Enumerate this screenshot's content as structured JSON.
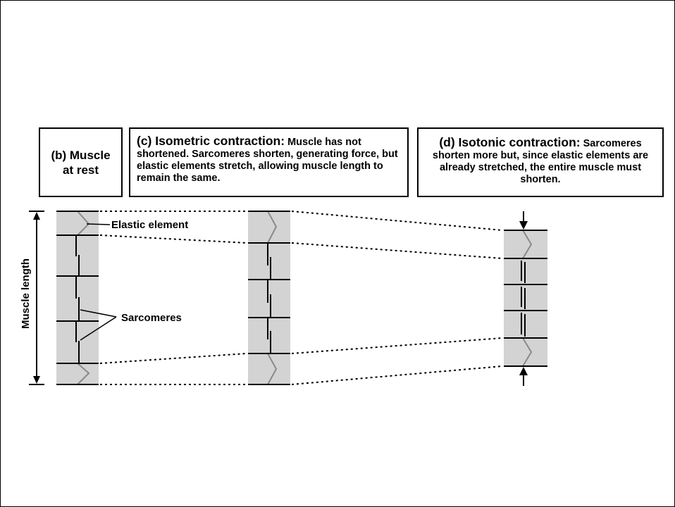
{
  "panels": {
    "b": {
      "line1": "(b) Muscle",
      "line2": "at rest"
    },
    "c": {
      "heading": "(c) Isometric contraction:",
      "text": " Muscle has not shortened. Sarcomeres shorten, generating force, but elastic elements stretch, allowing muscle length to remain the same."
    },
    "d": {
      "heading": "(d) Isotonic contraction:",
      "text": " Sarcomeres shorten more but, since elastic elements are already stretched, the entire muscle must shorten."
    }
  },
  "labels": {
    "muscle_length": "Muscle length",
    "elastic_element": "Elastic element",
    "sarcomeres": "Sarcomeres"
  },
  "colors": {
    "muscle_fill": "#d3d3d3",
    "elastic_line": "#8a8a8a",
    "ink": "#000000"
  }
}
